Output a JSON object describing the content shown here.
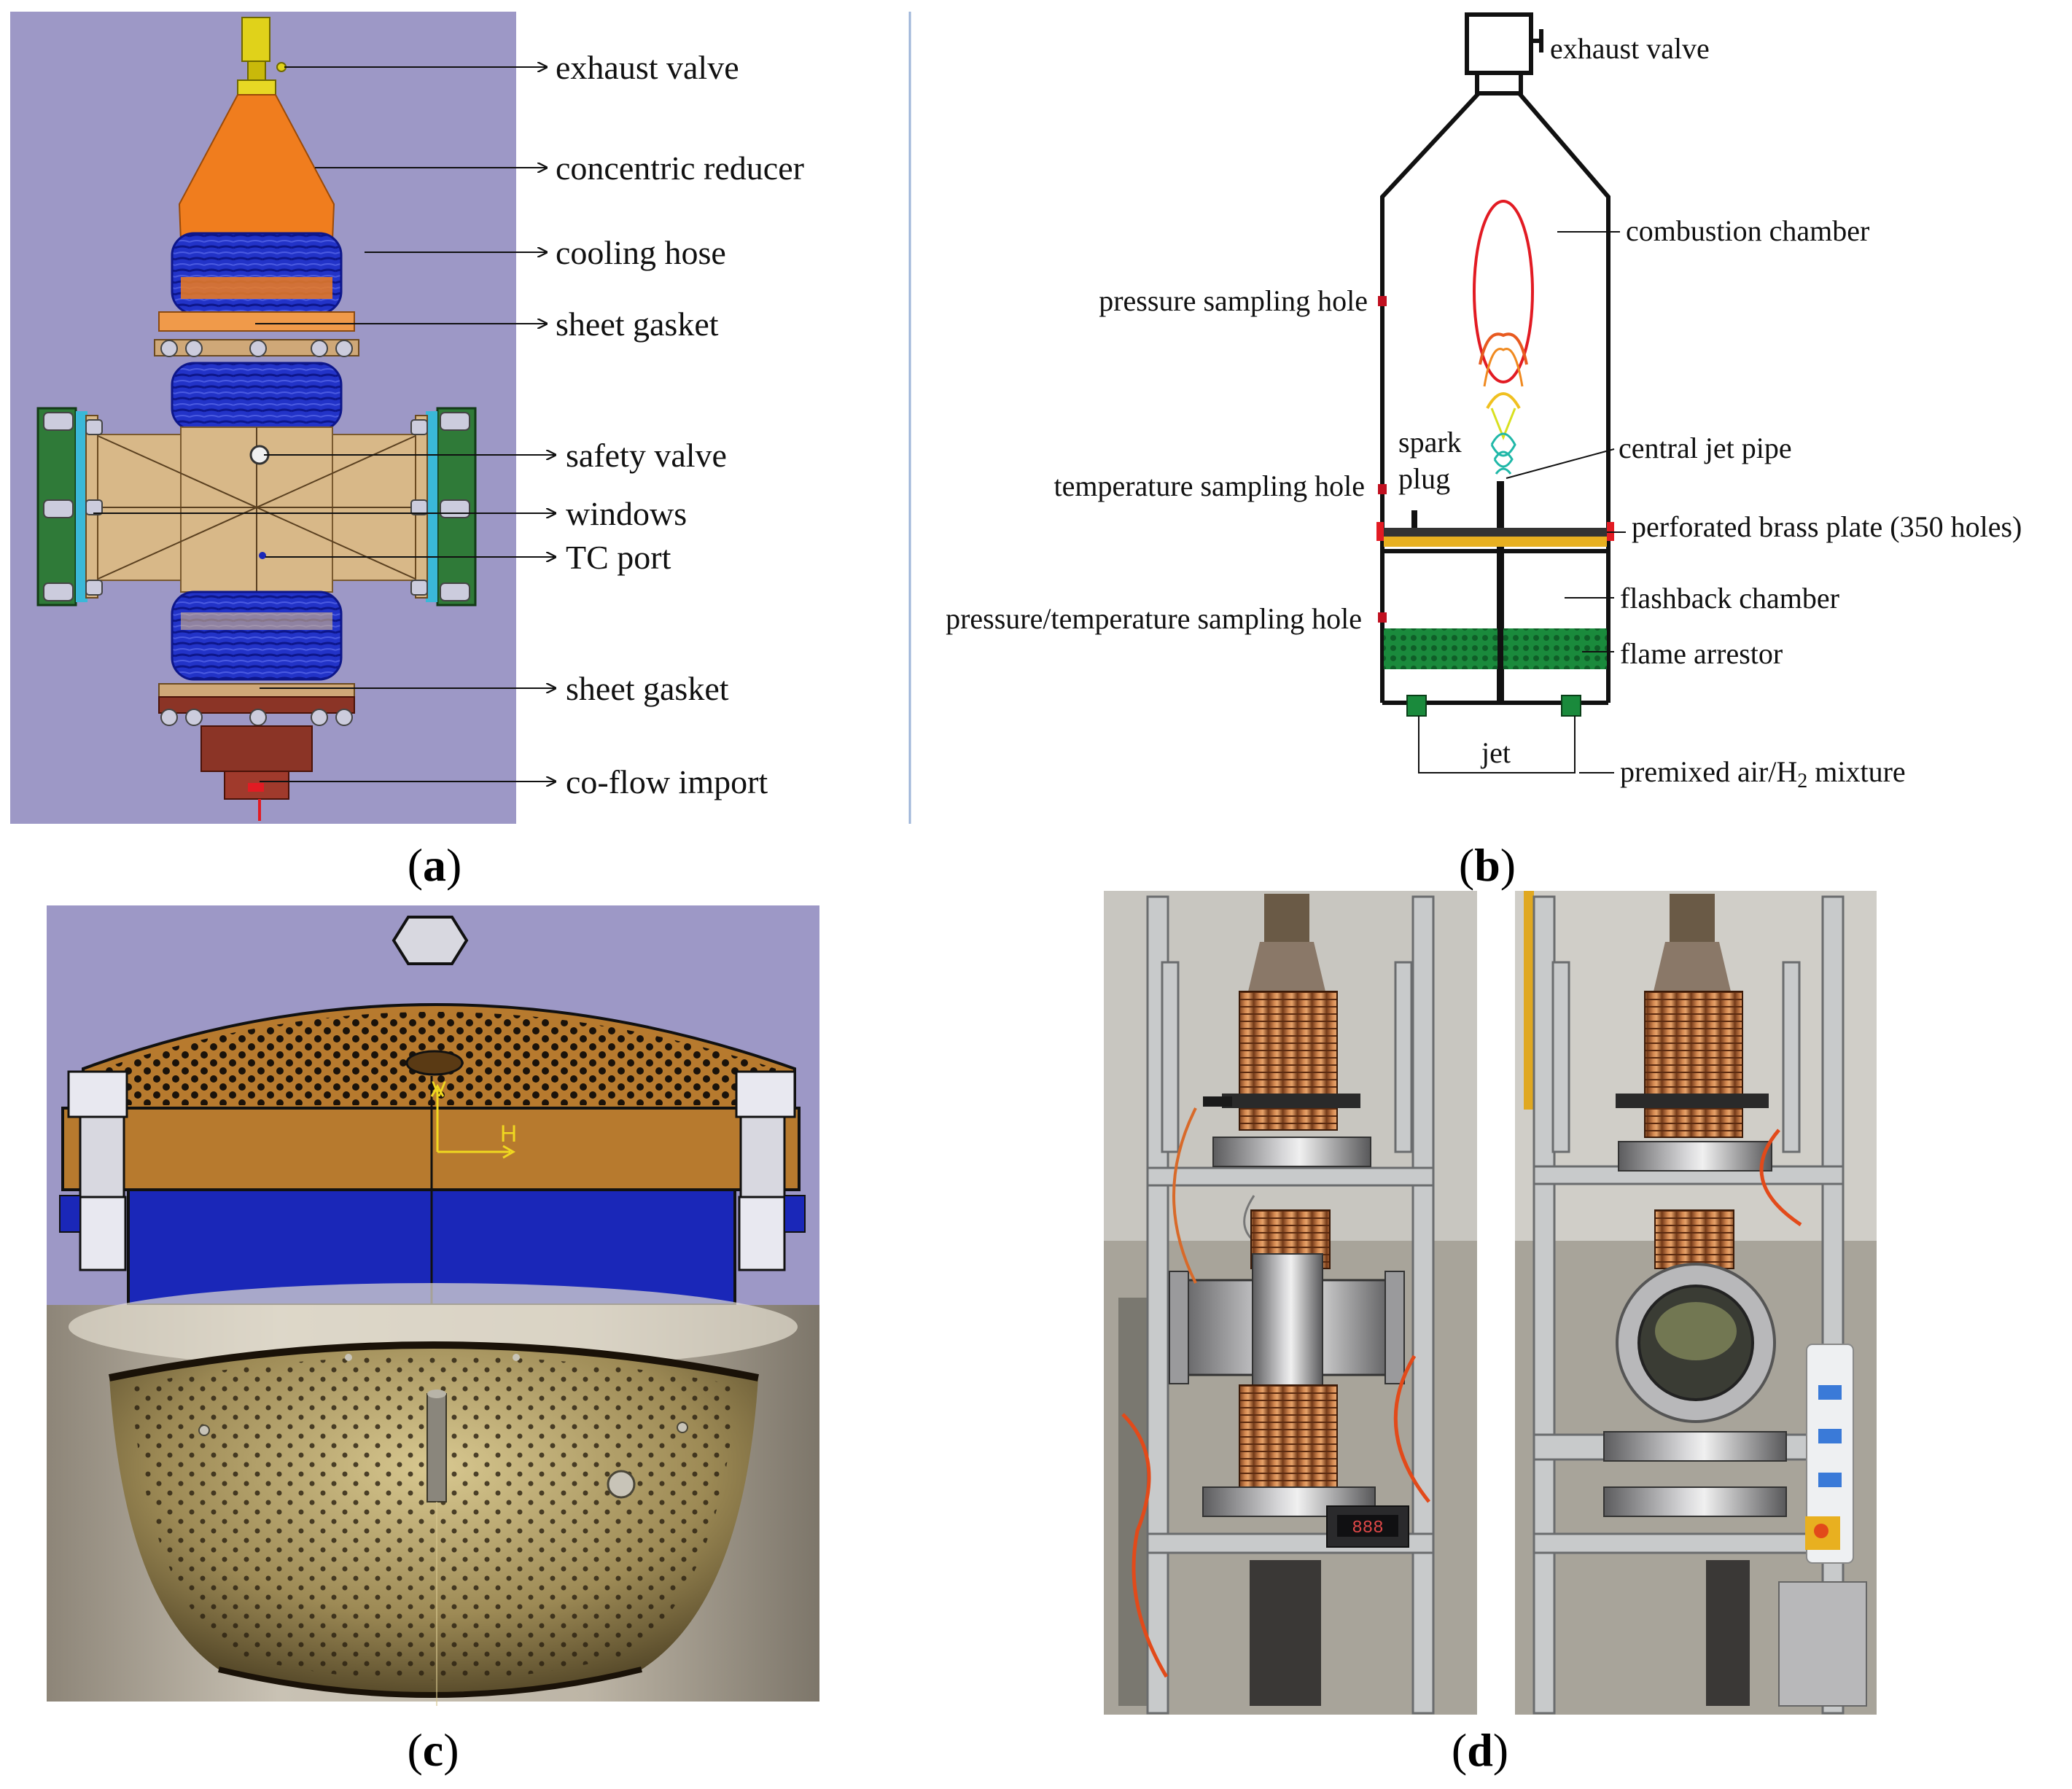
{
  "panels": {
    "a": {
      "caption_open": "(",
      "caption_letter": "a",
      "caption_close": ")",
      "labels": {
        "exhaust_valve": "exhaust valve",
        "concentric_reducer": "concentric reducer",
        "cooling_hose": "cooling hose",
        "sheet_gasket_top": "sheet gasket",
        "safety_valve": "safety valve",
        "windows": "windows",
        "tc_port": "TC port",
        "sheet_gasket_bottom": "sheet gasket",
        "co_flow_import": "co-flow import"
      }
    },
    "b": {
      "caption_open": "(",
      "caption_letter": "b",
      "caption_close": ")",
      "labels": {
        "exhaust_valve": "exhaust valve",
        "combustion_chamber": "combustion chamber",
        "pressure_sampling_hole": "pressure sampling hole",
        "spark": "spark",
        "plug": "plug",
        "central_jet_pipe": "central jet pipe",
        "temperature_sampling_hole": "temperature sampling hole",
        "perforated_brass_plate": "perforated brass plate (350 holes)",
        "flashback_chamber": "flashback chamber",
        "pt_sampling_hole": "pressure/temperature sampling hole",
        "flame_arrestor": "flame arrestor",
        "jet": "jet",
        "premixed_prefix": "premixed air/H",
        "premixed_sub": "2",
        "premixed_suffix": " mixture"
      }
    },
    "c": {
      "caption_open": "(",
      "caption_letter": "c",
      "caption_close": ")",
      "axis_v": "V",
      "axis_h": "H"
    },
    "d": {
      "caption_open": "(",
      "caption_letter": "d",
      "caption_close": ")",
      "meter_value": "888"
    }
  },
  "colors": {
    "cad_background": "#9d98c6",
    "orange": "#f07d1e",
    "tan": "#d8b888",
    "blue_coil": "#1a27b8",
    "green_window": "#2f7a38",
    "flame_red": "#e21b23",
    "arrestor_green": "#1a8a3c",
    "brass": "#b77a2e"
  }
}
